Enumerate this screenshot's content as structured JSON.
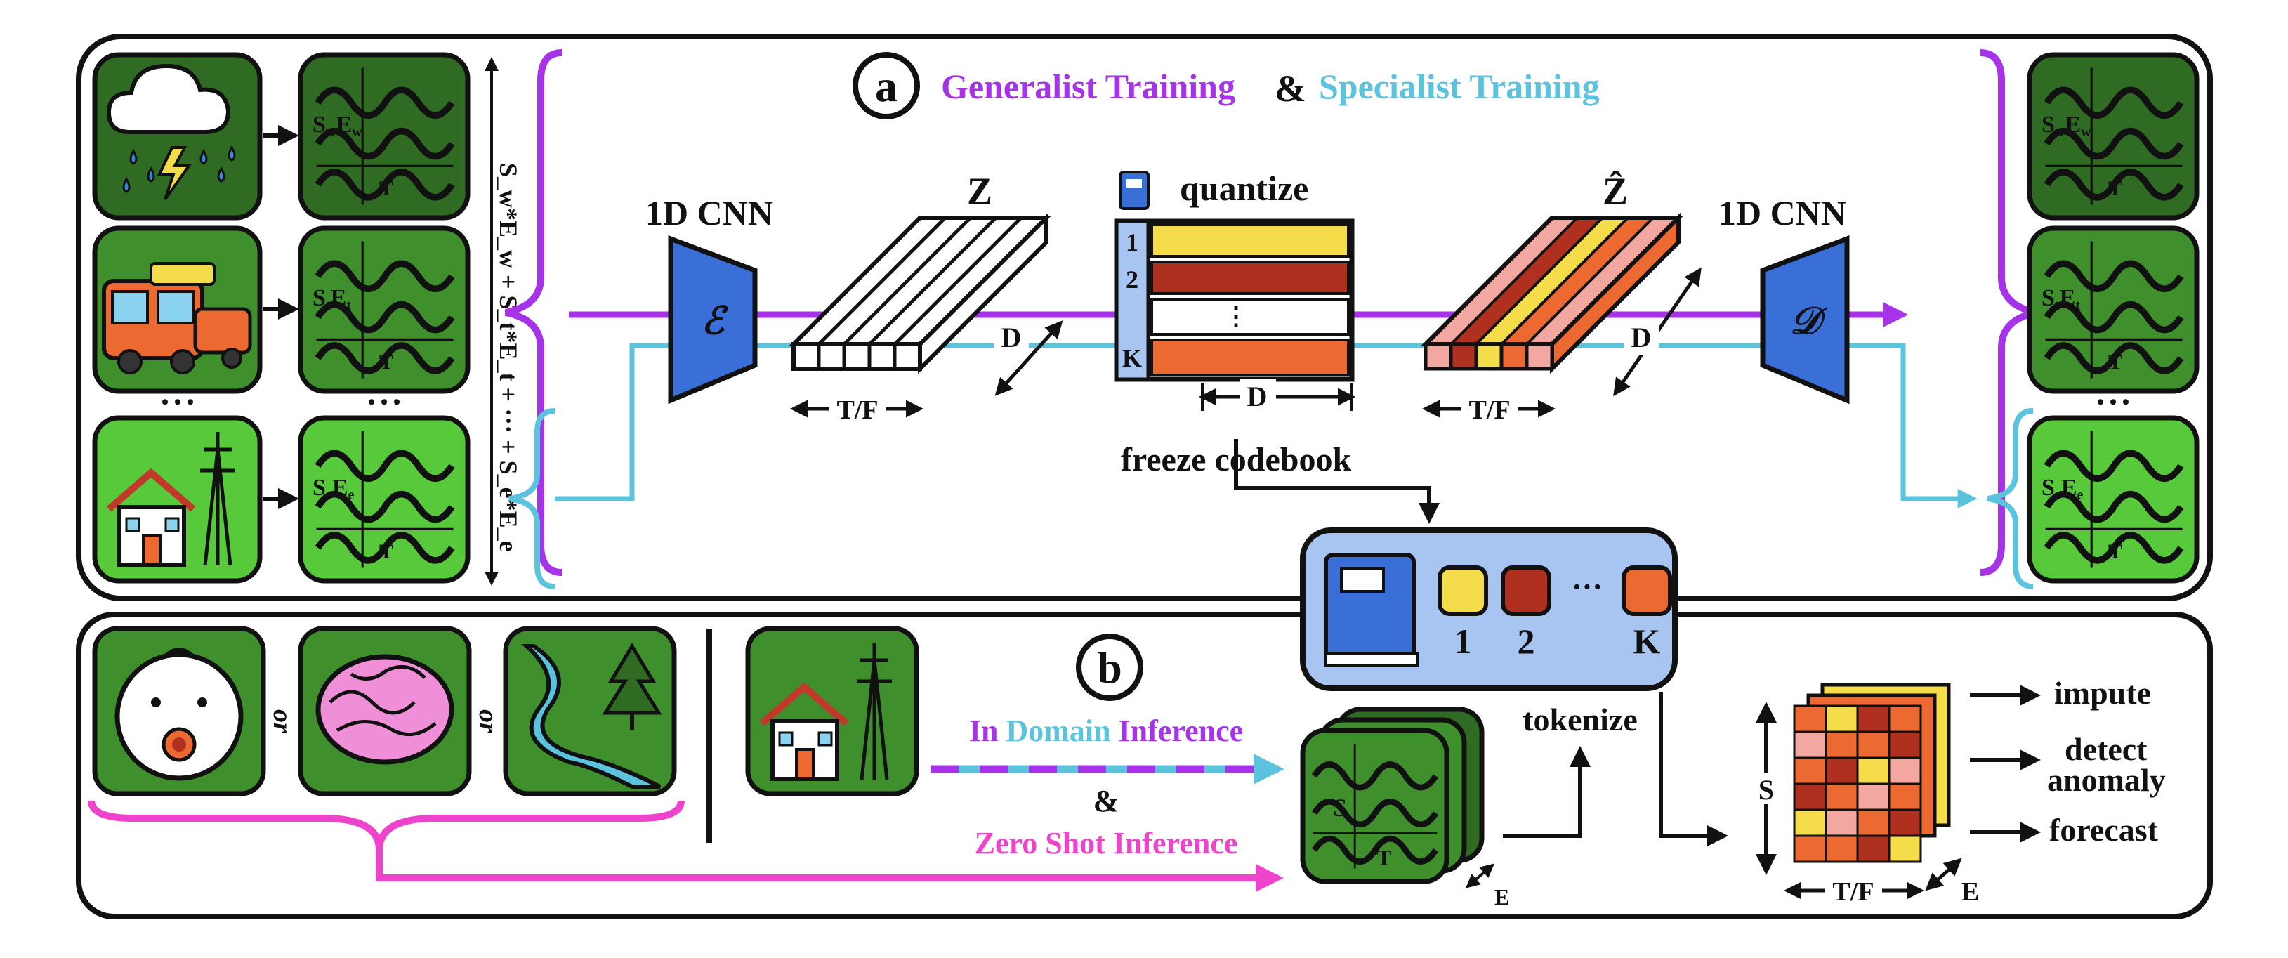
{
  "panel_a": {
    "badge": "a",
    "title_generalist": "Generalist Training",
    "title_amp": "&",
    "title_specialist": "Specialist Training",
    "encoder_label": "1D CNN",
    "encoder_symbol": "ℰ",
    "decoder_label": "1D CNN",
    "decoder_symbol": "𝒟",
    "z_label": "Z",
    "zhat_label": "Ẑ",
    "quantize_label": "quantize",
    "codebook_rows": [
      "1",
      "2",
      "⋮",
      "K"
    ],
    "dim_d": "D",
    "dim_tf": "T/F",
    "freeze_label": "freeze codebook",
    "stack_formula": "S_w*E_w + S_t*E_t + ··· + S_e*E_e",
    "ellipsis": "• • •",
    "inputs": [
      {
        "name": "weather",
        "s": "S",
        "s_sub": "w",
        "e": "E",
        "e_sub": "w",
        "t": "T"
      },
      {
        "name": "traffic",
        "s": "S",
        "s_sub": "t",
        "e": "E",
        "e_sub": "t",
        "t": "T"
      },
      {
        "name": "electricity",
        "s": "S",
        "s_sub": "e",
        "e": "E",
        "e_sub": "e",
        "t": "T"
      }
    ]
  },
  "panel_b": {
    "badge": "b",
    "or_label": "or",
    "in_label": "In",
    "domain_label": "Domain",
    "inference_label": "Inference",
    "amp": "&",
    "zero_shot_label": "Zero Shot Inference",
    "tokenize_label": "tokenize",
    "stack_s": "S",
    "stack_t": "T",
    "stack_e": "E",
    "token_labels": [
      "1",
      "2",
      "K"
    ],
    "token_ellipsis": "···",
    "grid_s": "S",
    "grid_tf": "T/F",
    "grid_e": "E",
    "tasks": [
      "impute",
      "detect",
      "anomaly",
      "forecast"
    ]
  },
  "colors": {
    "purple": "#a633e8",
    "cyan": "#5bc3dd",
    "magenta": "#ee44cc",
    "blue": "#3a6fd8",
    "dark_green": "#2f6b22",
    "mid_green": "#3f8f2c",
    "light_green": "#57c93a",
    "yellow": "#f5dc4a",
    "red": "#b0301f",
    "orange": "#ec6a32",
    "pink": "#f2a7a0",
    "panel_bg": "#a8c4f0"
  }
}
